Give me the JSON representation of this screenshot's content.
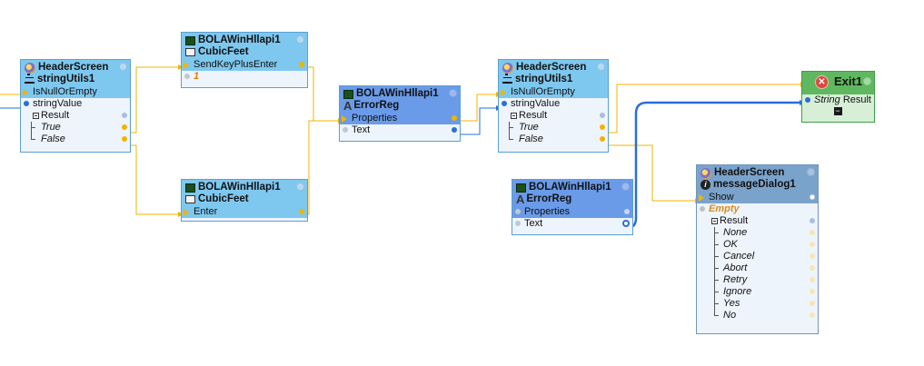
{
  "nodes": {
    "n1": {
      "title": "HeaderScreen",
      "subtitle": "stringUtils1",
      "rows": [
        "IsNullOrEmpty",
        "stringValue",
        "Result",
        "True",
        "False"
      ]
    },
    "n2": {
      "title": "BOLAWinHllapi1",
      "subtitle": "CubicFeet",
      "rows": [
        "SendKeyPlusEnter"
      ],
      "value": "1"
    },
    "n3": {
      "title": "BOLAWinHllapi1",
      "subtitle": "CubicFeet",
      "rows": [
        "Enter"
      ]
    },
    "n4": {
      "title": "BOLAWinHllapi1",
      "subtitle": "ErrorReg",
      "rows": [
        "Properties",
        "Text"
      ]
    },
    "n5": {
      "title": "HeaderScreen",
      "subtitle": "stringUtils1",
      "rows": [
        "IsNullOrEmpty",
        "stringValue",
        "Result",
        "True",
        "False"
      ]
    },
    "n6": {
      "title": "BOLAWinHllapi1",
      "subtitle": "ErrorReg",
      "rows": [
        "Properties",
        "Text"
      ]
    },
    "n7": {
      "title": "Exit1",
      "type_label": "String",
      "result_label": "Result"
    },
    "n8": {
      "title": "HeaderScreen",
      "subtitle": "messageDialog1",
      "rows": [
        "Show",
        "Empty",
        "Result",
        "None",
        "OK",
        "Cancel",
        "Abort",
        "Retry",
        "Ignore",
        "Yes",
        "No"
      ]
    }
  },
  "colors": {
    "flow_wire": "#f0b400",
    "data_wire": "#2a6fd6",
    "node_header": "#7ec8ef",
    "exit_header": "#5fb85f"
  },
  "icons": {
    "terminal": "terminal-icon",
    "gear": "component-icon",
    "string": "string-utils-icon",
    "cube": "cubic-feet-icon",
    "text": "text-field-icon",
    "info": "info-icon",
    "exit": "exit-icon"
  }
}
